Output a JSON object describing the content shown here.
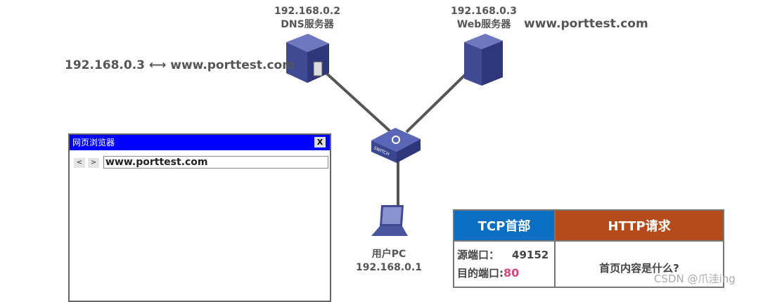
{
  "dns": {
    "ip": "192.168.0.2",
    "name": "DNS服务器"
  },
  "web": {
    "ip": "192.168.0.3",
    "name": "Web服务器",
    "domain": "www.porttest.com"
  },
  "mapping": {
    "ip": "192.168.0.3",
    "arrow": "⟷",
    "domain": "www.porttest.com"
  },
  "switch_label": "SWITCH",
  "pc": {
    "name": "用户PC",
    "ip": "192.168.0.1"
  },
  "browser": {
    "title": "网页浏览器",
    "close": "X",
    "back": "<",
    "forward": ">",
    "url": "www.porttest.com"
  },
  "packet": {
    "tcp_header": "TCP首部",
    "http_header": "HTTP请求",
    "src_label": "源端口：",
    "src_port": "49152",
    "dst_label": "目的端口:",
    "dst_port": "80",
    "http_body": "首页内容是什么?"
  },
  "colors": {
    "tcp": "#0a6fc2",
    "http": "#b54a1a",
    "port": "#d9457a",
    "device": "#4a55a0"
  },
  "watermark": "CSDN @爪洼ing"
}
